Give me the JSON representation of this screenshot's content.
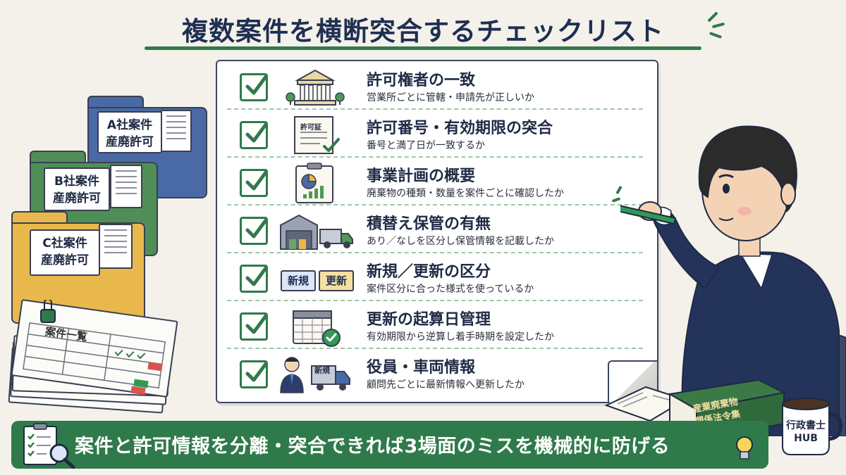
{
  "title": "複数案件を横断突合するチェックリスト",
  "folders": [
    {
      "line1": "A社案件",
      "line2": "産廃許可",
      "color": "#4a6aa5"
    },
    {
      "line1": "B社案件",
      "line2": "産廃許可",
      "color": "#4f8f57"
    },
    {
      "line1": "C社案件",
      "line2": "産廃許可",
      "color": "#e9b84c"
    }
  ],
  "document_stack": {
    "title": "案件一覧"
  },
  "checklist": [
    {
      "title": "許可権者の一致",
      "subtitle": "営業所ごとに管轄・申請先が正しいか",
      "icon": "government-building-icon"
    },
    {
      "title": "許可番号・有効期限の突合",
      "subtitle": "番号と満了日が一致するか",
      "icon": "permit-certificate-icon",
      "icon_label": "許可証"
    },
    {
      "title": "事業計画の概要",
      "subtitle": "廃棄物の種類・数量を案件ごとに確認したか",
      "icon": "clipboard-chart-icon"
    },
    {
      "title": "積替え保管の有無",
      "subtitle": "あり／なしを区分し保管情報を記載したか",
      "icon": "warehouse-truck-icon"
    },
    {
      "title": "新規／更新の区分",
      "subtitle": "案件区分に合った様式を使っているか",
      "icon": "new-renew-tags-icon",
      "tag_new": "新規",
      "tag_renew": "更新"
    },
    {
      "title": "更新の起算日管理",
      "subtitle": "有効期限から逆算し着手時期を設定したか",
      "icon": "calendar-check-icon"
    },
    {
      "title": "役員・車両情報",
      "subtitle": "顧問先ごとに最新情報へ更新したか",
      "icon": "officer-truck-icon",
      "truck_label": "新規"
    }
  ],
  "banner": {
    "text": "案件と許可情報を分離・突合できれば3場面のミスを機械的に防げる"
  },
  "book": {
    "line1": "産業廃棄物",
    "line2": "関係法令集"
  },
  "mug": {
    "line1": "行政書士",
    "line2": "HUB"
  },
  "colors": {
    "accent_green": "#2f7a4a",
    "navy": "#1f2e52",
    "background": "#f3f1ea"
  }
}
